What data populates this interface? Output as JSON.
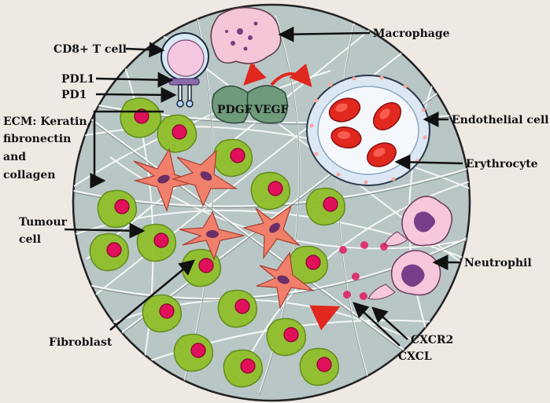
{
  "labels": {
    "macrophage": "Macrophage",
    "cd8_t_cell": "CD8+ T cell",
    "pdl1": "PDL1",
    "pd1": "PD1",
    "ecm_line1": "ECM: Keratin,",
    "ecm_line2": "fibronectin",
    "ecm_line3": "and",
    "ecm_line4": "collagen",
    "tumour_line1": "Tumour",
    "tumour_line2": "cell",
    "endothelial": "Endothelial cell",
    "erythrocyte": "Erythrocyte",
    "neutrophil": "Neutrophil",
    "fibroblast": "Fibroblast",
    "cxcr2": "CXCR2",
    "cxcl": "CXCL",
    "pdgf": "PDGF",
    "vegf": "VEGF"
  },
  "colors": {
    "background": "#efe9e4",
    "circle_fill": "#b9c6c6",
    "tumour_cell": "#8fbf2a",
    "tumour_nucleus": "#e0105a",
    "fibroblast": "#f07f6c",
    "fibroblast_nucleus": "#6a2f66",
    "erythrocyte": "#e0281e",
    "vessel": "#dbe8f4",
    "macrophage": "#f5c6d8",
    "neutrophil": "#f7c7dc",
    "neutrophil_nucleus": "#7a3d8a",
    "t_cell": "#f6c7e0",
    "growth_factor": "#6f9a7c",
    "arrow_red": "#e0281e"
  }
}
